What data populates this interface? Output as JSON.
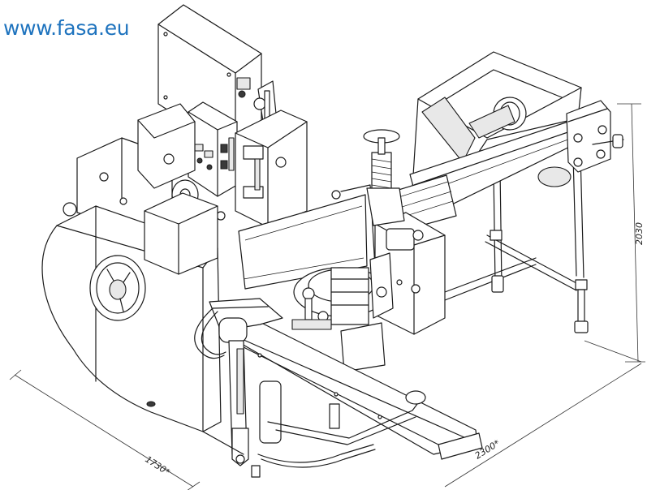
{
  "brand": {
    "url_text": "www.fasa.eu",
    "color": "#1e73be"
  },
  "dimensions": {
    "width": "1730*",
    "depth": "2300*",
    "height": "2030"
  }
}
